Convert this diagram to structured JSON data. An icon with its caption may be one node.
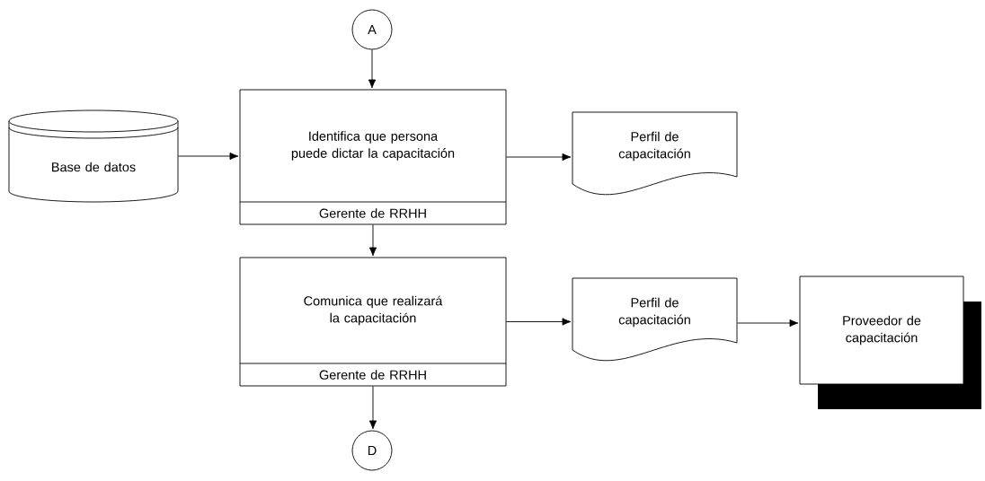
{
  "diagram": {
    "nodes": [
      {
        "text": [
          "A"
        ]
      },
      {
        "text": [
          "Base de datos"
        ]
      },
      {
        "text": [
          "Identifica que persona puede dictar la capacitación",
          "Gerente de RRHH"
        ]
      },
      {
        "text": [
          "Perfil de capacitación"
        ]
      },
      {
        "text": [
          "Comunica que realizará la capacitación",
          "Gerente de RRHH"
        ]
      },
      {
        "text": [
          "Perfil de capacitación"
        ]
      },
      {
        "text": [
          "Proveedor de capacitación"
        ]
      },
      {
        "text": [
          "D"
        ]
      }
    ],
    "edges": [
      {
        "from": 0,
        "to": 2,
        "arrow": "to"
      },
      {
        "from": 1,
        "to": 2,
        "arrow": "to"
      },
      {
        "from": 2,
        "to": 3,
        "arrow": "to"
      },
      {
        "from": 2,
        "to": 4,
        "arrow": "to"
      },
      {
        "from": 4,
        "to": 5,
        "arrow": "to"
      },
      {
        "from": 5,
        "to": 6,
        "arrow": "to"
      },
      {
        "from": 4,
        "to": 7,
        "arrow": "to"
      }
    ]
  }
}
